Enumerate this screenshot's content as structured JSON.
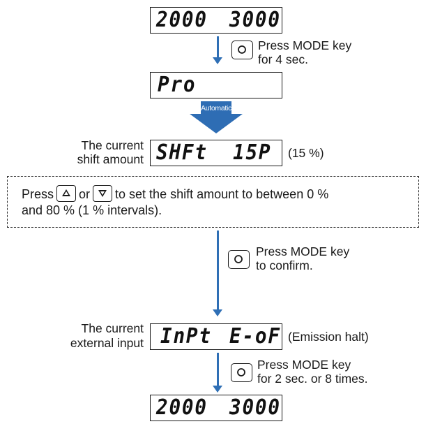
{
  "displays": {
    "initial": {
      "left": "2000",
      "right": "3000"
    },
    "pro": {
      "left": "Pro",
      "right": ""
    },
    "shift": {
      "left": "SHFt",
      "right": "15P"
    },
    "input": {
      "left": "InPt",
      "right": "E-oF"
    },
    "final": {
      "left": "2000",
      "right": "3000"
    }
  },
  "steps": {
    "step1": {
      "line1": "Press MODE key",
      "line2": "for 4 sec."
    },
    "automatic_label": "Automatic",
    "step2_caption": {
      "line1": "The current",
      "line2": "shift amount"
    },
    "step2_note": "(15 %)",
    "instruction": {
      "word_press": "Press",
      "word_or": "or",
      "rest_line1": "to set the shift amount to between 0 %",
      "line2": "and 80 % (1 % intervals)."
    },
    "step3": {
      "line1": "Press MODE key",
      "line2": "to confirm."
    },
    "step4_caption": {
      "line1": "The current",
      "line2": "external input"
    },
    "step4_note": "(Emission halt)",
    "step5": {
      "line1": "Press MODE key",
      "line2": "for 2 sec. or 8 times."
    }
  },
  "icons": {
    "mode_key": "mode-key-icon",
    "up_key": "up-key-icon",
    "down_key": "down-key-icon",
    "flow_arrow": "arrow-down-icon",
    "automatic_arrow": "automatic-arrow-icon"
  },
  "colors": {
    "arrow": "#2f6fb5",
    "automatic_arrow": "#2e6db4",
    "text": "#1a1a1a"
  }
}
